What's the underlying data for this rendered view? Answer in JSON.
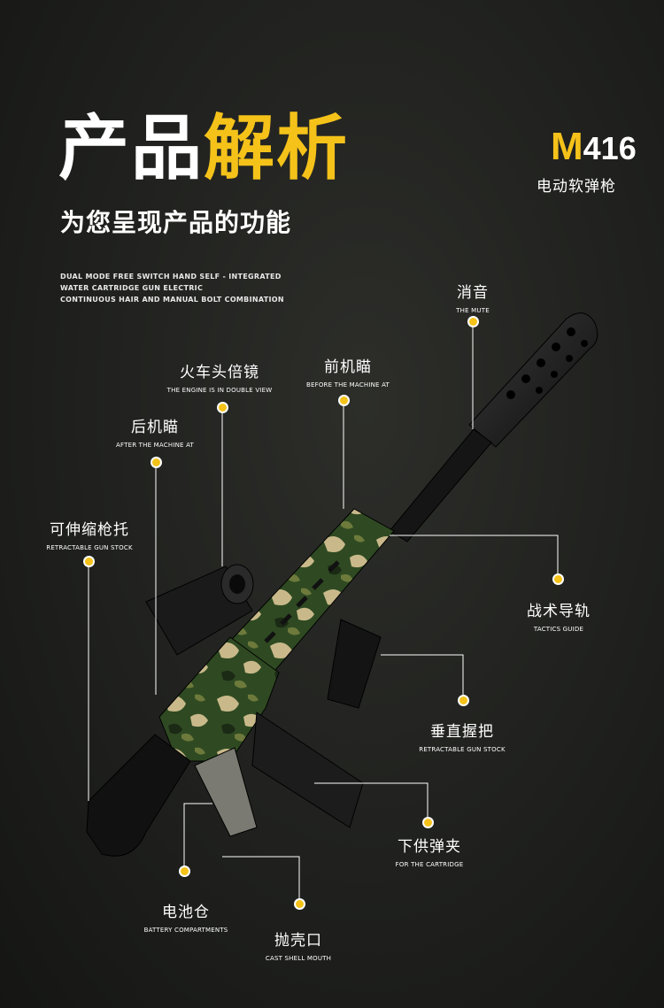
{
  "header": {
    "title_white": "产品",
    "title_yellow": "解析",
    "subtitle": "为您呈现产品的功能",
    "english_lines": [
      "DUAL MODE FREE SWITCH HAND SELF - INTEGRATED",
      "WATER CARTRIDGE GUN ELECTRIC",
      "CONTINUOUS HAIR AND MANUAL BOLT COMBINATION"
    ]
  },
  "model": {
    "letter": "M",
    "number": "416",
    "subtitle": "电动软弹枪"
  },
  "callouts": {
    "muffler": {
      "zh": "消音",
      "en": "THE MUTE"
    },
    "scope": {
      "zh": "火车头倍镜",
      "en": "THE ENGINE IS IN DOUBLE VIEW"
    },
    "front_sight": {
      "zh": "前机瞄",
      "en": "BEFORE THE MACHINE AT"
    },
    "rear_sight": {
      "zh": "后机瞄",
      "en": "AFTER THE MACHINE AT"
    },
    "stock": {
      "zh": "可伸缩枪托",
      "en": "RETRACTABLE GUN STOCK"
    },
    "rail": {
      "zh": "战术导轨",
      "en": "TACTICS GUIDE"
    },
    "grip": {
      "zh": "垂直握把",
      "en": "RETRACTABLE GUN STOCK"
    },
    "magazine": {
      "zh": "下供弹夹",
      "en": "FOR THE CARTRIDGE"
    },
    "battery": {
      "zh": "电池仓",
      "en": "BATTERY COMPARTMENTS"
    },
    "shell": {
      "zh": "抛壳口",
      "en": "CAST SHELL MOUTH"
    }
  },
  "colors": {
    "accent": "#f5c21a",
    "background": "#222320",
    "camo_dark": "#2f4a22",
    "camo_light": "#c9b98a"
  }
}
